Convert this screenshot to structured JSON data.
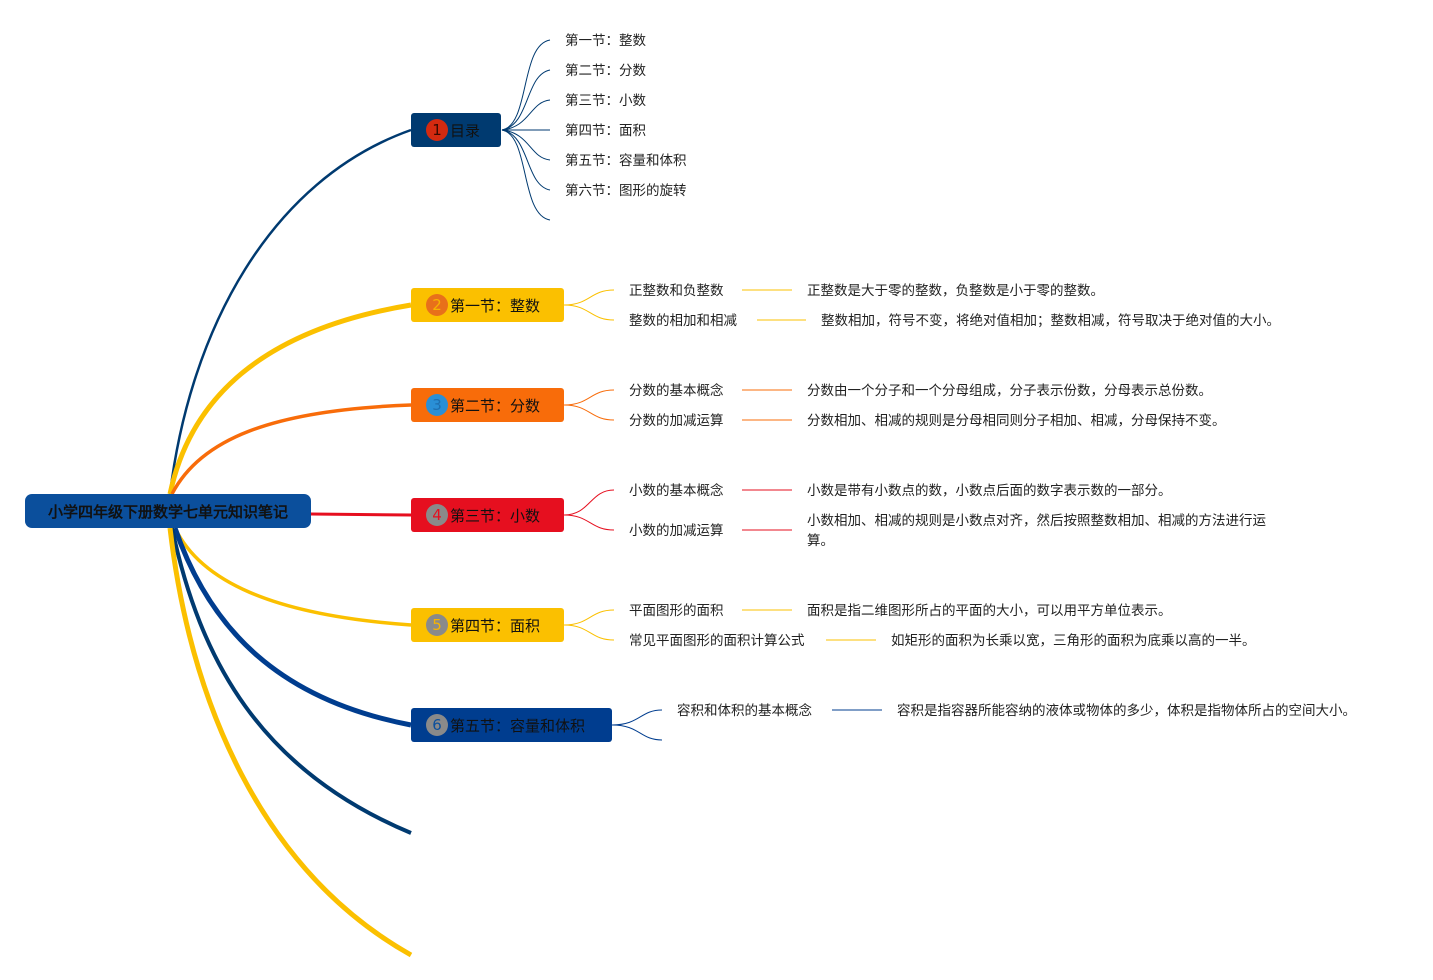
{
  "root": {
    "label": "小学四年级下册数学七单元知识笔记"
  },
  "colors": {
    "root": "#0b4f9c",
    "toc": "#003a70",
    "yellow": "#fbc000",
    "orange": "#f86c0a",
    "red": "#e60f1f",
    "navy": "#003d8f"
  },
  "toc": {
    "number": "1",
    "label": "目录",
    "items": [
      "第一节：整数",
      "第二节：分数",
      "第三节：小数",
      "第四节：面积",
      "第五节：容量和体积",
      "第六节：图形的旋转"
    ]
  },
  "sections": [
    {
      "number": "2",
      "label": "第一节：整数",
      "topics": [
        {
          "label": "正整数和负整数",
          "detail": "正整数是大于零的整数，负整数是小于零的整数。"
        },
        {
          "label": "整数的相加和相减",
          "detail": "整数相加，符号不变，将绝对值相加；整数相减，符号取决于绝对值的大小。"
        }
      ]
    },
    {
      "number": "3",
      "label": "第二节：分数",
      "topics": [
        {
          "label": "分数的基本概念",
          "detail": "分数由一个分子和一个分母组成，分子表示份数，分母表示总份数。"
        },
        {
          "label": "分数的加减运算",
          "detail": "分数相加、相减的规则是分母相同则分子相加、相减，分母保持不变。"
        }
      ]
    },
    {
      "number": "4",
      "label": "第三节：小数",
      "topics": [
        {
          "label": "小数的基本概念",
          "detail": "小数是带有小数点的数，小数点后面的数字表示数的一部分。"
        },
        {
          "label": "小数的加减运算",
          "detail": "小数相加、相减的规则是小数点对齐，然后按照整数相加、相减的方法进行运算。"
        }
      ]
    },
    {
      "number": "5",
      "label": "第四节：面积",
      "topics": [
        {
          "label": "平面图形的面积",
          "detail": "面积是指二维图形所占的平面的大小，可以用平方单位表示。"
        },
        {
          "label": "常见平面图形的面积计算公式",
          "detail": "如矩形的面积为长乘以宽，三角形的面积为底乘以高的一半。"
        }
      ]
    },
    {
      "number": "6",
      "label": "第五节：容量和体积",
      "topics": [
        {
          "label": "容积和体积的基本概念",
          "detail": "容积是指容器所能容纳的液体或物体的多少，体积是指物体所占的空间大小。"
        }
      ]
    }
  ]
}
